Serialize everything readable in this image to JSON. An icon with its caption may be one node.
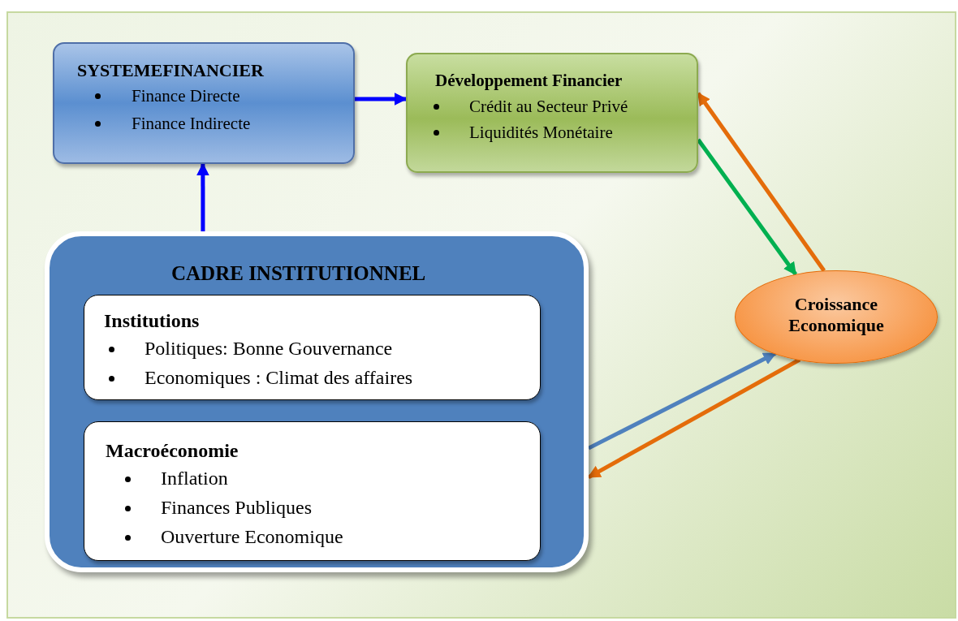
{
  "diagram": {
    "nodes": [
      {
        "text": [
          "SYSTEMEFINANCIER",
          "Finance Directe",
          "Finance Indirecte"
        ]
      },
      {
        "text": [
          "Développement Financier",
          "Crédit au Secteur Privé",
          "Liquidités Monétaire"
        ]
      },
      {
        "text": [
          "CADRE INSTITUTIONNEL"
        ]
      },
      {
        "text": [
          "Institutions",
          "Politiques: Bonne Gouvernance",
          "Economiques : Climat des affaires"
        ],
        "in": 2
      },
      {
        "text": [
          "Macroéconomie",
          "Inflation",
          "Finances Publiques",
          "Ouverture Economique"
        ],
        "in": 2
      },
      {
        "text": [
          "Croissance Economique"
        ]
      }
    ],
    "edges": [
      {
        "from": 0,
        "to": 1,
        "arrow": "to",
        "color": "#0000ff"
      },
      {
        "from": 2,
        "to": 0,
        "arrow": "to",
        "color": "#0000ff"
      },
      {
        "from": 1,
        "to": 5,
        "arrow": "to",
        "color": "#00b050"
      },
      {
        "from": 5,
        "to": 1,
        "arrow": "to",
        "color": "#e46c0a"
      },
      {
        "from": 2,
        "to": 5,
        "arrow": "to",
        "color": "#4f81bd"
      },
      {
        "from": 5,
        "to": 2,
        "arrow": "to",
        "color": "#e46c0a"
      }
    ]
  }
}
